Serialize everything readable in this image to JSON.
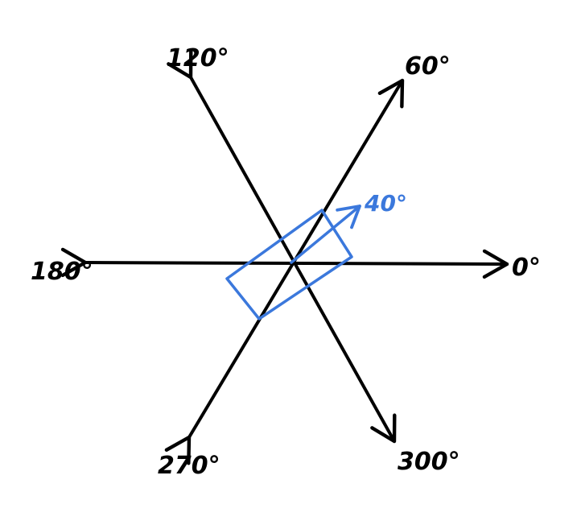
{
  "colors": {
    "axis": "#000000",
    "rotated": "#3b78dc",
    "background": "#ffffff"
  },
  "labels": {
    "deg0": "0°",
    "deg60": "60°",
    "deg120": "120°",
    "deg180": "180°",
    "deg270": "270°",
    "deg300": "300°",
    "deg40": "40°"
  }
}
